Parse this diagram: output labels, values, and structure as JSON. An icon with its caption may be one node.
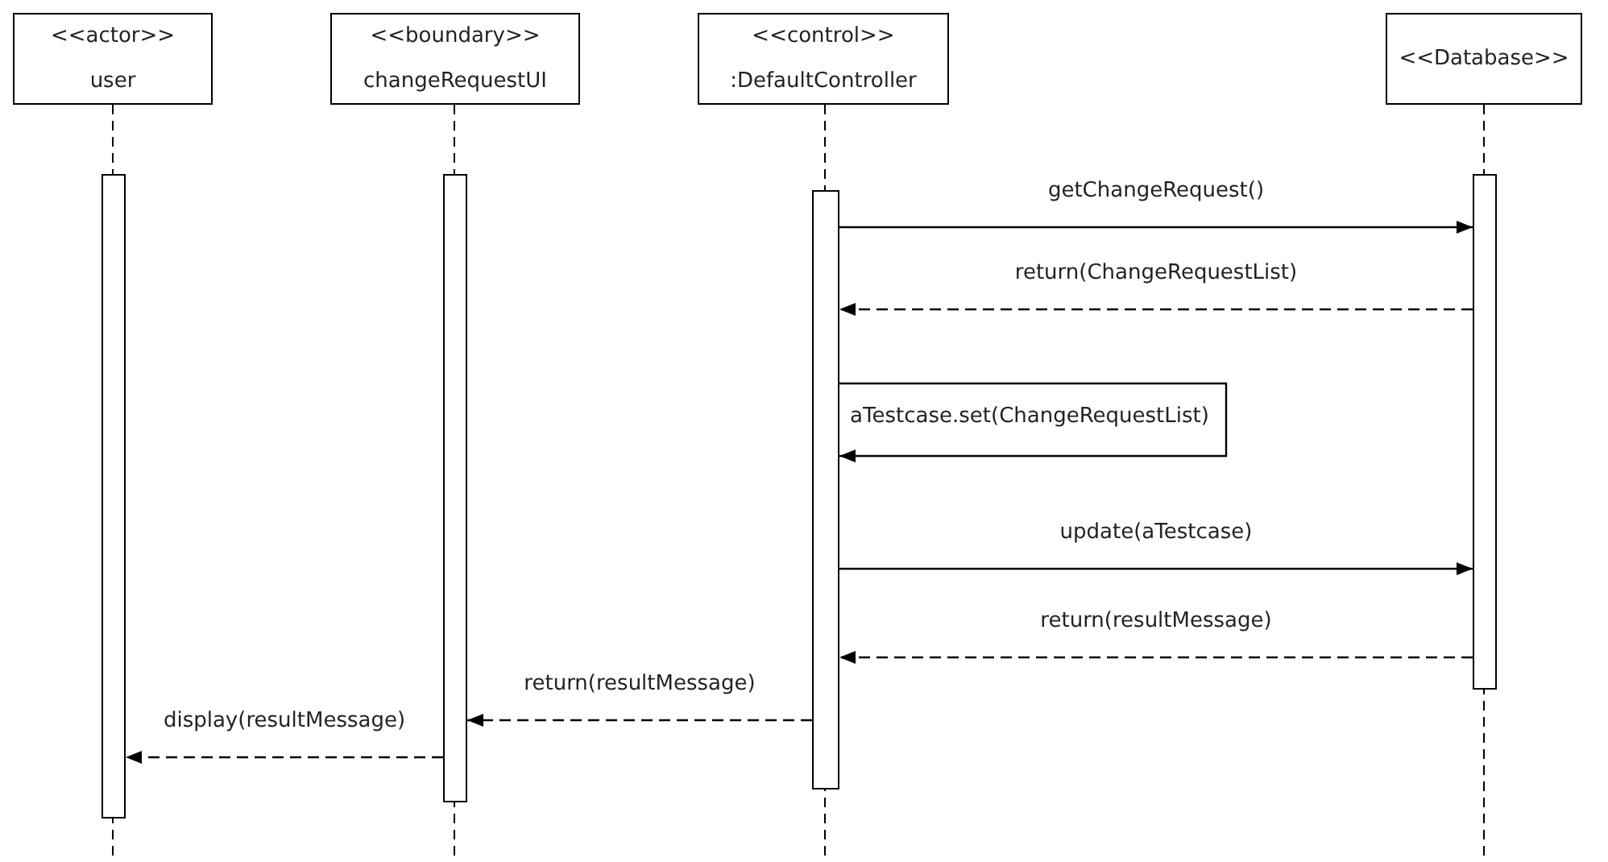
{
  "diagram": {
    "nodes": [
      {
        "text": [
          "<<actor>>",
          "user"
        ]
      },
      {
        "text": [
          "<<boundary>>",
          "changeRequestUI"
        ]
      },
      {
        "text": [
          "<<control>>",
          ":DefaultController"
        ]
      },
      {
        "text": [
          "<<Database>>"
        ]
      },
      {
        "text": [],
        "shape": "bar"
      },
      {
        "text": [],
        "shape": "bar"
      },
      {
        "text": [],
        "shape": "bar"
      },
      {
        "text": [],
        "shape": "bar"
      }
    ],
    "edges": [
      {
        "from": 6,
        "to": 7,
        "arrow": "to",
        "label": "getChangeRequest()"
      },
      {
        "from": 7,
        "to": 6,
        "arrow": "to",
        "label": "return(ChangeRequestList)",
        "style": "dashed"
      },
      {
        "from": 6,
        "to": 6,
        "arrow": "to",
        "label": "aTestcase.set(ChangeRequestList)"
      },
      {
        "from": 6,
        "to": 7,
        "arrow": "to",
        "label": "update(aTestcase)"
      },
      {
        "from": 7,
        "to": 6,
        "arrow": "to",
        "label": "return(resultMessage)",
        "style": "dashed"
      },
      {
        "from": 6,
        "to": 5,
        "arrow": "to",
        "label": "return(resultMessage)",
        "style": "dashed"
      },
      {
        "from": 5,
        "to": 4,
        "arrow": "to",
        "label": "display(resultMessage)",
        "style": "dashed"
      }
    ]
  }
}
